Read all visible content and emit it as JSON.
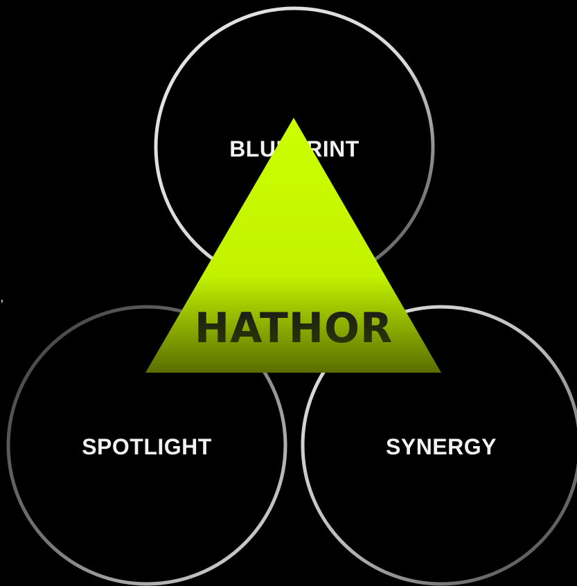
{
  "diagram": {
    "circles": {
      "top": {
        "label": "BLUEPRINT"
      },
      "left": {
        "label": "SPOTLIGHT"
      },
      "right": {
        "label": "SYNERGY"
      }
    },
    "center": {
      "label": "HATHOR"
    },
    "edge_mark": ",",
    "colors": {
      "background": "#000000",
      "ring_light": "#e6e6e6",
      "ring_dark": "#3a3a3a",
      "label": "#f2f2f2",
      "triangle_top": "#ccff00",
      "triangle_bottom": "#5a6e00",
      "center_text": "#111111"
    }
  }
}
